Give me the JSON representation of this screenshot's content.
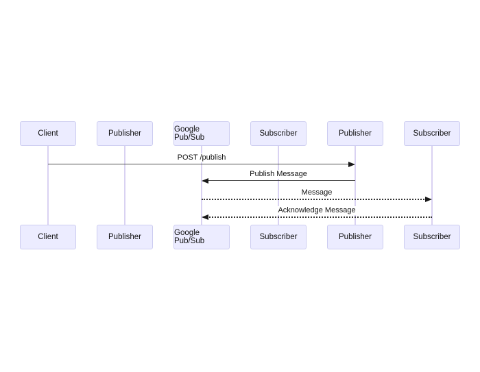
{
  "diagram": {
    "type": "sequence-diagram",
    "actors": [
      {
        "label": "Client"
      },
      {
        "label": "Publisher"
      },
      {
        "label": "Google Pub/Sub"
      },
      {
        "label": "Subscriber"
      },
      {
        "label": "Publisher"
      },
      {
        "label": "Subscriber"
      }
    ],
    "messages": [
      {
        "label": "POST /publish",
        "from_actor": 0,
        "to_actor": 4,
        "line": "solid",
        "arrow": "right"
      },
      {
        "label": "Publish Message",
        "from_actor": 4,
        "to_actor": 2,
        "line": "solid",
        "arrow": "left"
      },
      {
        "label": "Message",
        "from_actor": 2,
        "to_actor": 5,
        "line": "dotted",
        "arrow": "right"
      },
      {
        "label": "Acknowledge Message",
        "from_actor": 5,
        "to_actor": 2,
        "line": "dotted",
        "arrow": "left"
      }
    ],
    "colors": {
      "background": "#FFFFFF",
      "actor_fill": "#ECECFF",
      "actor_border": "#CCCCF0",
      "lifeline": "#D9D2F2",
      "solid_line": "#4D4D4D",
      "dotted_line": "#333333",
      "arrowhead": "#1A1A1A",
      "text": "#111111"
    }
  }
}
